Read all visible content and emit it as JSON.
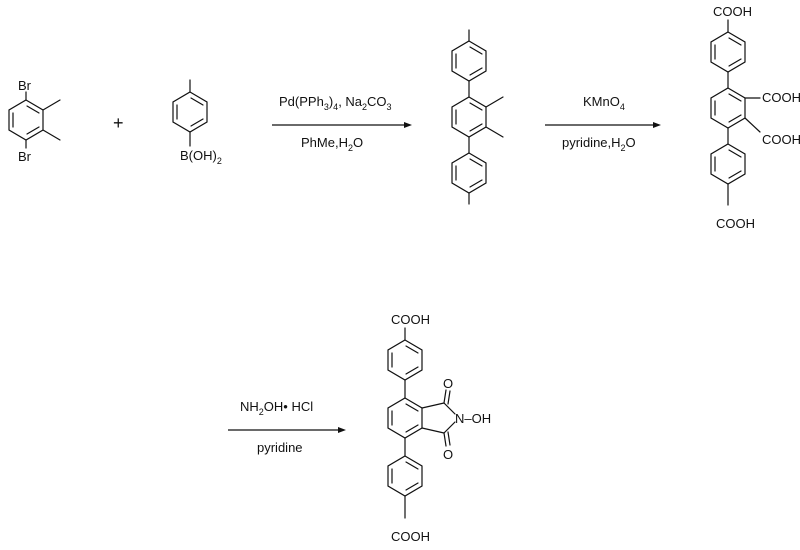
{
  "colors": {
    "ink": "#111111",
    "background": "#ffffff"
  },
  "reactant1": {
    "label_top": "Br",
    "label_bottom": "Br"
  },
  "plus_sign": "+",
  "reactant2": {
    "boron_label": "B(OH)",
    "boron_subscript": "2"
  },
  "step1": {
    "conditions_top": [
      {
        "t": "Pd(PPh",
        "sub": false
      },
      {
        "t": "3",
        "sub": true
      },
      {
        "t": ")",
        "sub": false
      },
      {
        "t": "4",
        "sub": true
      },
      {
        "t": ", Na",
        "sub": false
      },
      {
        "t": "2",
        "sub": true
      },
      {
        "t": "CO",
        "sub": false
      },
      {
        "t": "3",
        "sub": true
      }
    ],
    "conditions_bottom": [
      {
        "t": "PhMe,H",
        "sub": false
      },
      {
        "t": "2",
        "sub": true
      },
      {
        "t": "O",
        "sub": false
      }
    ]
  },
  "step2": {
    "conditions_top": [
      {
        "t": "KMnO",
        "sub": false
      },
      {
        "t": "4",
        "sub": true
      }
    ],
    "conditions_bottom": [
      {
        "t": "pyridine,H",
        "sub": false
      },
      {
        "t": "2",
        "sub": true
      },
      {
        "t": "O",
        "sub": false
      }
    ]
  },
  "tetraacid": {
    "cooh_top": "COOH",
    "cooh_upper": "COOH",
    "cooh_lower": "COOH",
    "cooh_bottom": "COOH"
  },
  "step3": {
    "conditions_top": [
      {
        "t": "NH",
        "sub": false
      },
      {
        "t": "2",
        "sub": true
      },
      {
        "t": "OH• HCl",
        "sub": false
      }
    ],
    "conditions_bottom": [
      {
        "t": "pyridine",
        "sub": false
      }
    ]
  },
  "product": {
    "cooh_top": "COOH",
    "cooh_bottom": "COOH",
    "o_upper": "O",
    "o_lower": "O",
    "n_oh": "N–OH"
  }
}
